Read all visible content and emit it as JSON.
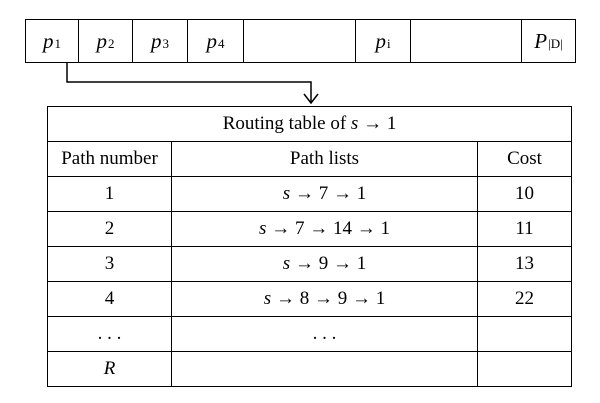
{
  "node_array": {
    "cells": [
      {
        "letter": "p",
        "sub": "1"
      },
      {
        "letter": "p",
        "sub": "2"
      },
      {
        "letter": "p",
        "sub": "3"
      },
      {
        "letter": "p",
        "sub": "4"
      },
      {
        "letter": "",
        "sub": ""
      },
      {
        "letter": "p",
        "sub": "i"
      },
      {
        "letter": "",
        "sub": ""
      },
      {
        "letter": "P",
        "sub": "|D|"
      }
    ]
  },
  "routing_table": {
    "title_prefix": "Routing table of ",
    "title_source": "s",
    "title_arrow": " → 1",
    "headers": {
      "path_number": "Path number",
      "path_lists": "Path lists",
      "cost": "Cost"
    },
    "rows": [
      {
        "number": "1",
        "source": "s",
        "path": " → 7 → 1",
        "cost": "10"
      },
      {
        "number": "2",
        "source": "s",
        "path": " → 7 → 14 → 1",
        "cost": "11"
      },
      {
        "number": "3",
        "source": "s",
        "path": " → 9 → 1",
        "cost": "13"
      },
      {
        "number": "4",
        "source": "s",
        "path": " → 8 → 9 → 1",
        "cost": "22"
      },
      {
        "number": ". . .",
        "source": "",
        "path": ". . .",
        "cost": ""
      },
      {
        "number": "R",
        "source": "",
        "path": "",
        "cost": ""
      }
    ]
  }
}
